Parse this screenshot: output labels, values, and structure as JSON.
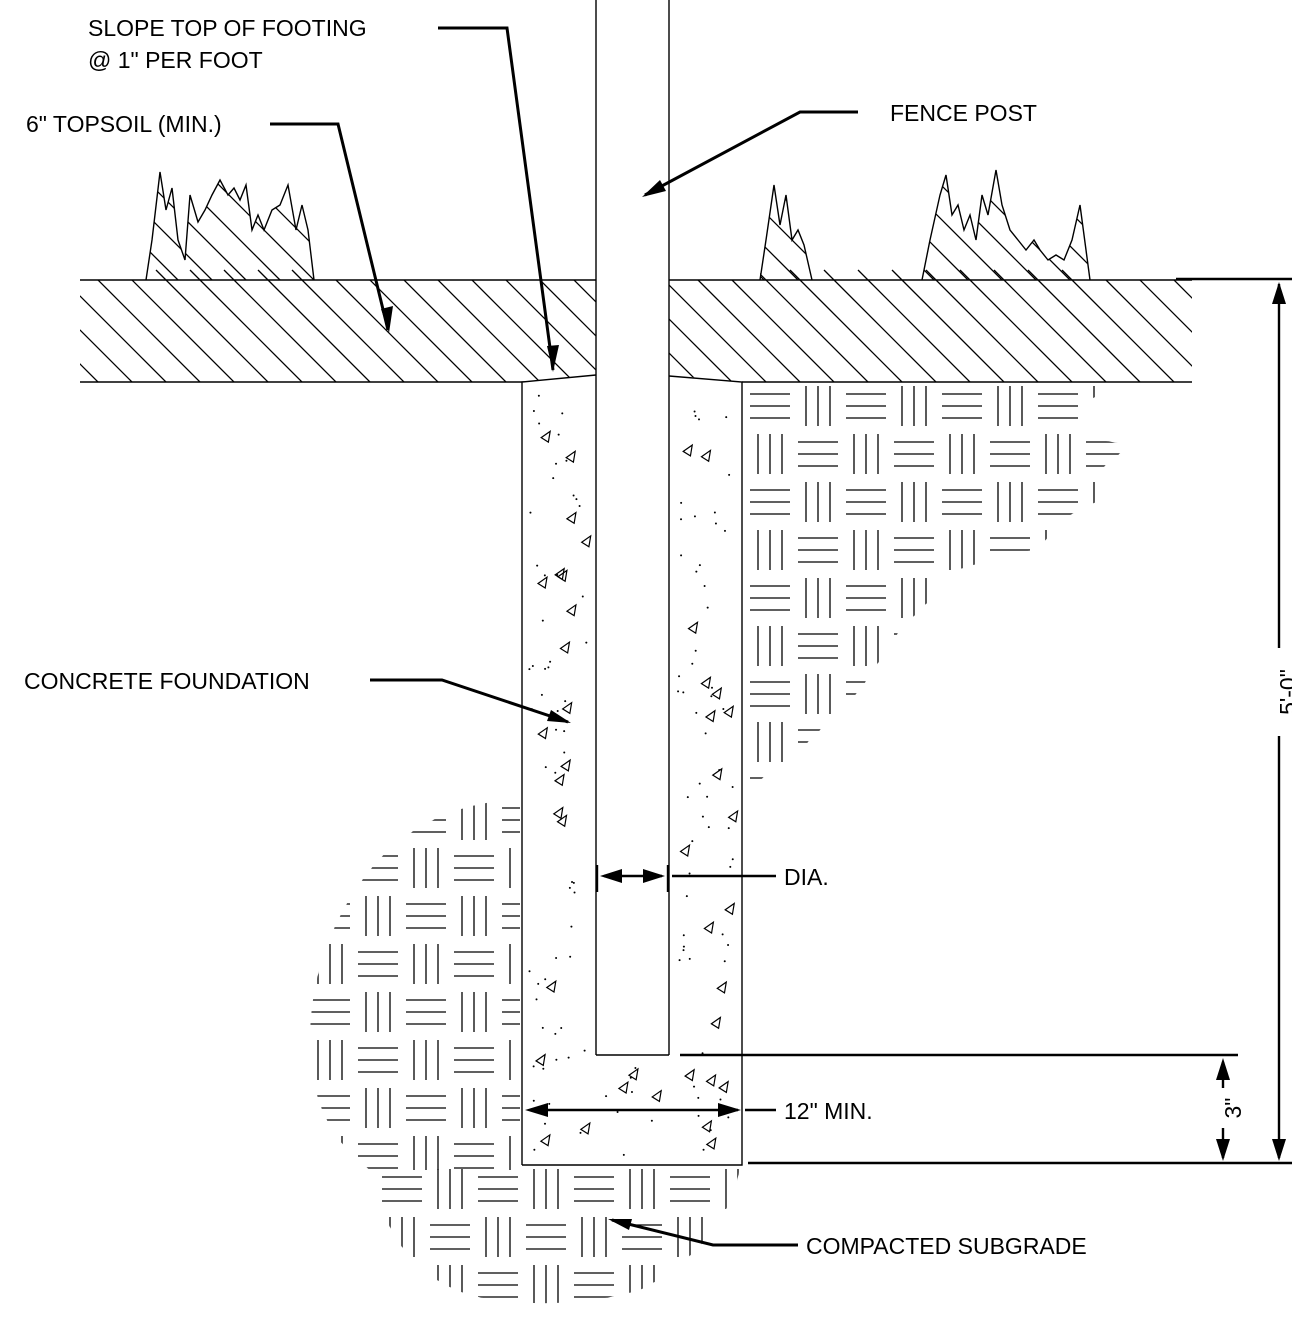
{
  "labels": {
    "slope_line1": "SLOPE TOP OF FOOTING",
    "slope_line2": "@ 1\" PER FOOT",
    "topsoil": "6\" TOPSOIL (MIN.)",
    "fence_post": "FENCE POST",
    "concrete": "CONCRETE FOUNDATION",
    "diameter": "DIA.",
    "width_min": "12\" MIN.",
    "subgrade": "COMPACTED SUBGRADE"
  },
  "dimensions": {
    "total_depth": "5'-0\"",
    "bottom_clearance": "3\""
  },
  "colors": {
    "line": "#000000",
    "background": "#ffffff"
  }
}
